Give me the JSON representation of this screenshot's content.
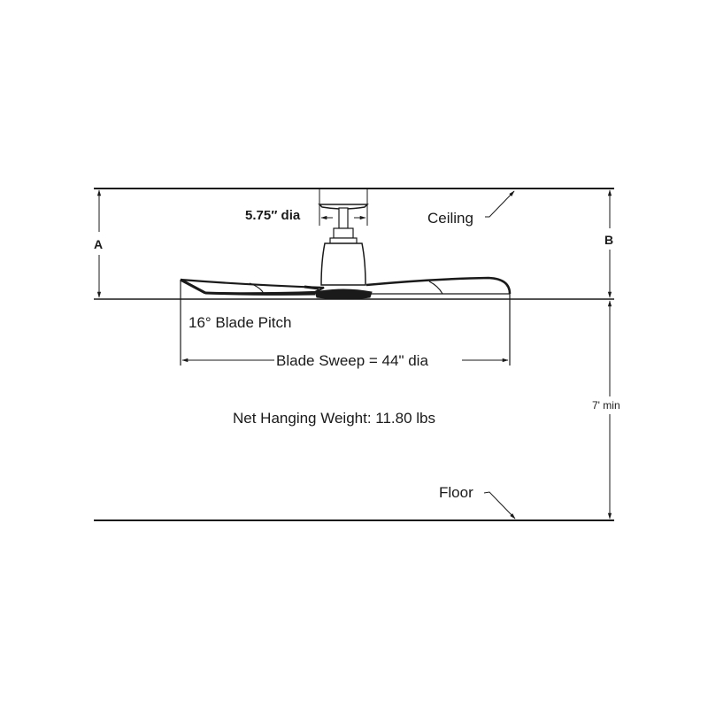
{
  "diagram": {
    "dimension_labels": {
      "a": "A",
      "b": "B",
      "canopy_diameter": "5.75″ dia",
      "blade_sweep": "Blade Sweep = 44\" dia",
      "min_height": "7' min"
    },
    "annotations": {
      "blade_pitch": "16° Blade Pitch",
      "net_weight": "Net Hanging Weight: 11.80 lbs",
      "ceiling": "Ceiling",
      "floor": "Floor"
    },
    "colors": {
      "line": "#1a1a1a",
      "background": "#ffffff"
    }
  }
}
